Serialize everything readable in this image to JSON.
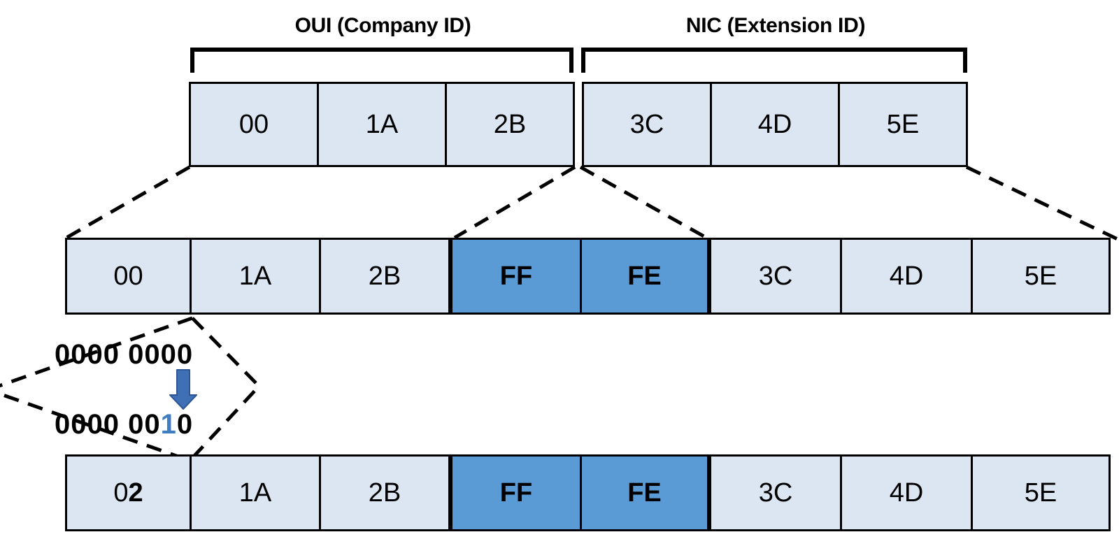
{
  "diagram": {
    "title": "MAC address to EUI-64 interface identifier conversion",
    "colors": {
      "cell_fill": "#dce6f2",
      "highlight_fill": "#5b9bd5",
      "border": "#000000",
      "accent_blue": "#3f7cc0",
      "arrow_blue": "#3f6fb5",
      "background": "#ffffff"
    },
    "labels": {
      "oui": "OUI (Company ID)",
      "nic": "NIC (Extension ID)"
    },
    "rows": [
      {
        "id": "mac-address-row",
        "groups": [
          {
            "id": "oui-group",
            "bytes": [
              {
                "value": "00",
                "highlight": false
              },
              {
                "value": "1A",
                "highlight": false
              },
              {
                "value": "2B",
                "highlight": false
              }
            ]
          },
          {
            "id": "nic-group",
            "bytes": [
              {
                "value": "3C",
                "highlight": false
              },
              {
                "value": "4D",
                "highlight": false
              },
              {
                "value": "5E",
                "highlight": false
              }
            ]
          }
        ]
      },
      {
        "id": "fffe-inserted-row",
        "groups": [
          {
            "id": "eui64-group",
            "bytes": [
              {
                "value": "00",
                "highlight": false
              },
              {
                "value": "1A",
                "highlight": false
              },
              {
                "value": "2B",
                "highlight": false
              },
              {
                "value": "FF",
                "highlight": true
              },
              {
                "value": "FE",
                "highlight": true
              },
              {
                "value": "3C",
                "highlight": false
              },
              {
                "value": "4D",
                "highlight": false
              },
              {
                "value": "5E",
                "highlight": false
              }
            ]
          }
        ]
      },
      {
        "id": "bit-flipped-row",
        "groups": [
          {
            "id": "eui64-final-group",
            "bytes": [
              {
                "value": "02",
                "highlight": false,
                "emphasis_from": 1
              },
              {
                "value": "1A",
                "highlight": false
              },
              {
                "value": "2B",
                "highlight": false
              },
              {
                "value": "FF",
                "highlight": true
              },
              {
                "value": "FE",
                "highlight": true
              },
              {
                "value": "3C",
                "highlight": false
              },
              {
                "value": "4D",
                "highlight": false
              },
              {
                "value": "5E",
                "highlight": false
              }
            ]
          }
        ]
      }
    ],
    "callout": {
      "id": "bit-flip-callout",
      "before": "0000 0000",
      "after_prefix": "0000 00",
      "after_flipped_bit": "1",
      "after_suffix": "0",
      "arrow": "down-arrow"
    }
  }
}
